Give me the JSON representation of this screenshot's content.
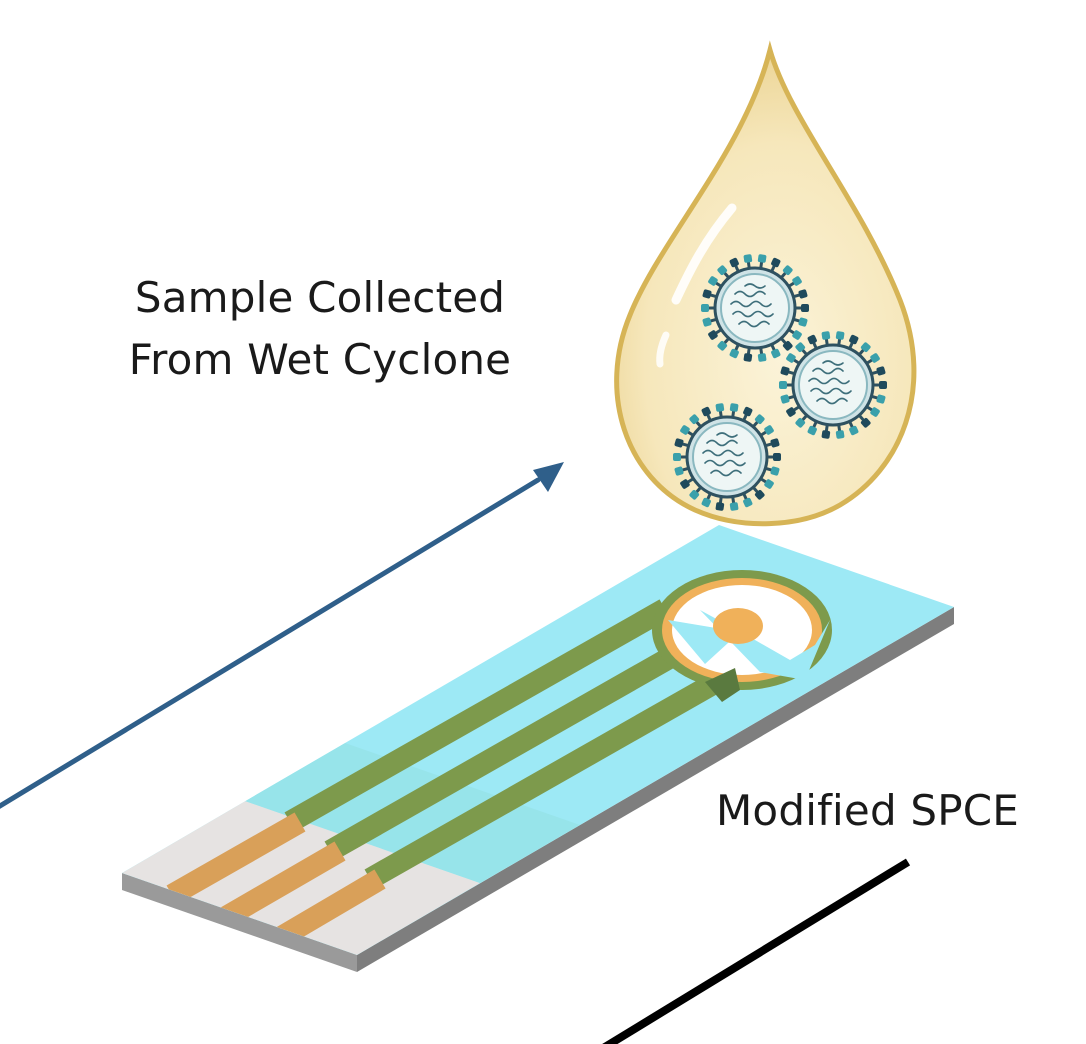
{
  "labels": {
    "sample_line1": "Sample Collected",
    "sample_line2": "From Wet Cyclone",
    "electrode": "Modified SPCE"
  },
  "colors": {
    "arrow": "#2f5f8a",
    "pointer_line": "#000000",
    "droplet_fill": "#f7eac2",
    "droplet_outline": "#d6b456",
    "strip_top": "#9de9f5",
    "strip_edge": "#8d8d8d",
    "contact_area": "#e6e3e2",
    "contact_pads": "#d9a059",
    "conductive_traces": "#7d9a4c",
    "working_electrode": "#f0b15a",
    "virus_spikes": "#3aa0ab"
  },
  "icons": {
    "droplet": "droplet-icon",
    "virus": "virus-particle-icon",
    "electrode_strip": "screen-printed-electrode-icon"
  }
}
